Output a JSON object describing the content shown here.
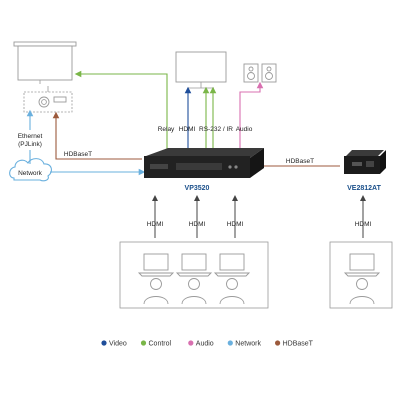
{
  "labels": {
    "relay": "Relay",
    "hdmi_top": "HDMI",
    "rs232": "RS-232 / IR",
    "audio": "Audio",
    "ethernet_1": "Ethernet",
    "ethernet_2": "(PJLink)",
    "network": "Network",
    "hdbaset_left": "HDBaseT",
    "hdbaset_right": "HDBaseT",
    "vp_model": "VP3520",
    "ve_model": "VE2812AT",
    "hdmi_in_1": "HDMI",
    "hdmi_in_2": "HDMI",
    "hdmi_in_3": "HDMI",
    "hdmi_in_4": "HDMI"
  },
  "legend": [
    {
      "label": "Video",
      "color": "#1f4e9a"
    },
    {
      "label": "Control",
      "color": "#7ab648"
    },
    {
      "label": "Audio",
      "color": "#d870b0"
    },
    {
      "label": "Network",
      "color": "#6ab0de"
    },
    {
      "label": "HDBaseT",
      "color": "#9c5a3c"
    }
  ],
  "colors": {
    "video": "#1f4e9a",
    "control": "#7ab648",
    "audio": "#d870b0",
    "network": "#6ab0de",
    "hdbaset": "#9c5a3c",
    "hdmi_arrow": "#444444"
  }
}
